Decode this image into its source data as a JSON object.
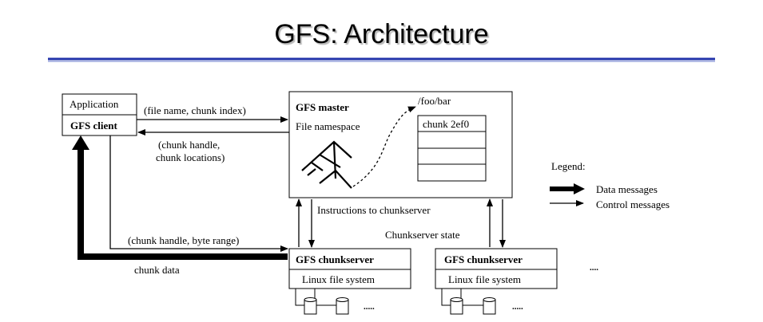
{
  "title": "GFS: Architecture",
  "app": {
    "application_label": "Application",
    "client_label": "GFS client"
  },
  "master": {
    "title": "GFS master",
    "namespace_label": "File namespace",
    "path": "/foo/bar",
    "chunk_label": "chunk 2ef0"
  },
  "messages": {
    "request": "(file name, chunk index)",
    "reply_line1": "(chunk handle,",
    "reply_line2": "chunk locations)",
    "instructions": "Instructions to chunkserver",
    "state": "Chunkserver state",
    "data_request": "(chunk handle, byte range)",
    "chunk_data": "chunk data"
  },
  "chunkservers": [
    {
      "title": "GFS chunkserver",
      "fs": "Linux file system",
      "more": "....."
    },
    {
      "title": "GFS chunkserver",
      "fs": "Linux file system",
      "more": "....."
    }
  ],
  "more_servers": "....",
  "legend": {
    "title": "Legend:",
    "data": "Data messages",
    "control": "Control messages"
  },
  "colors": {
    "title_rule": "#2233aa",
    "ink": "#000000"
  }
}
